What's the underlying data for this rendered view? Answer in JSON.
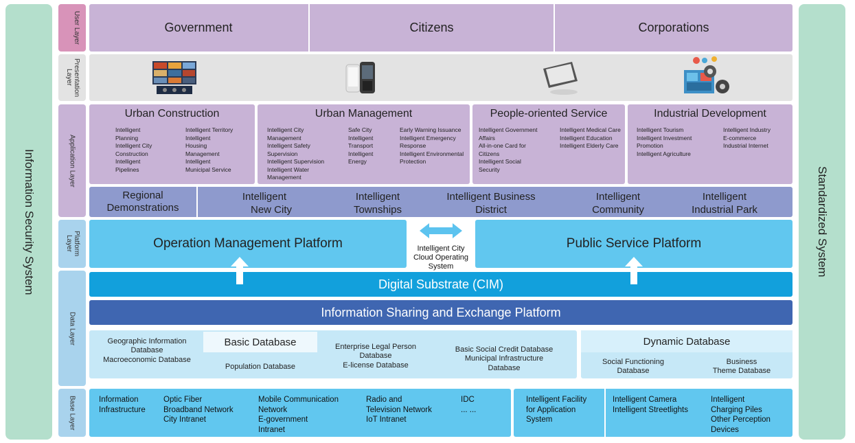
{
  "side": {
    "left": "Information Security System",
    "right": "Standardized System"
  },
  "layers": {
    "user": "User Layer",
    "presentation": "Presentation Layer",
    "application": "Application Layer",
    "platform": "Platform Layer",
    "data": "Data Layer",
    "base": "Base Layer"
  },
  "user_layer": [
    "Government",
    "Citizens",
    "Corporations"
  ],
  "application": {
    "categories": [
      {
        "title": "Urban Construction",
        "cols": [
          [
            "Intelligent",
            "Planning",
            "Intelligent City",
            "Construction",
            "Intelligent",
            "Pipelines"
          ],
          [
            "Intelligent Territory",
            "Intelligent",
            "Housing",
            "Management",
            "Intelligent",
            "Municipal Service"
          ]
        ]
      },
      {
        "title": "Urban Management",
        "cols": [
          [
            "Intelligent City",
            "Management",
            "Intelligent Safety",
            "Supervision",
            "Intelligent Supervision",
            "Intelligent Water",
            "Management"
          ],
          [
            "Safe City",
            "Intelligent",
            "Transport",
            "Intelligent",
            "Energy"
          ],
          [
            "Early Warning Issuance",
            "Intelligent Emergency",
            "Response",
            "Intelligent Environmental",
            "Protection"
          ]
        ]
      },
      {
        "title": "People-oriented Service",
        "cols": [
          [
            "Intelligent Government",
            "Affairs",
            "All-in-one Card for",
            "Citizens",
            "Intelligent Social",
            "Security"
          ],
          [
            "Intelligent Medical Care",
            "Intelligent Education",
            "Intelligent Elderly Care"
          ]
        ]
      },
      {
        "title": "Industrial Development",
        "cols": [
          [
            "Intelligent Tourism",
            "Intelligent Investment",
            "Promotion",
            "Intelligent Agriculture"
          ],
          [
            "Intelligent Industry",
            "E-commerce",
            "Industrial Internet"
          ]
        ]
      }
    ],
    "demonstrations": [
      [
        "Regional",
        "Demonstrations"
      ],
      [
        "Intelligent",
        "New City"
      ],
      [
        "Intelligent",
        "Townships"
      ],
      [
        "Intelligent Business",
        "District"
      ],
      [
        "Intelligent",
        "Community"
      ],
      [
        "Intelligent",
        "Industrial Park"
      ]
    ]
  },
  "platform": {
    "left": "Operation Management Platform",
    "right": "Public Service Platform",
    "center": [
      "Intelligent City",
      "Cloud Operating",
      "System"
    ]
  },
  "data_layer": {
    "cim": "Digital Substrate (CIM)",
    "sharing": "Information Sharing and Exchange Platform",
    "basic_title": "Basic Database",
    "geo": [
      "Geographic Information",
      "Database"
    ],
    "macro": "Macroeconomic Database",
    "population": "Population Database",
    "enterprise": [
      "Enterprise Legal Person",
      "Database"
    ],
    "elicense": "E-license Database",
    "credit": "Basic Social Credit Database",
    "municipal": [
      "Municipal Infrastructure",
      "Database"
    ],
    "dynamic_title": "Dynamic Database",
    "social": [
      "Social Functioning",
      "Database"
    ],
    "business": [
      "Business",
      "Theme Database"
    ]
  },
  "base_layer": {
    "cells": [
      [
        "Information",
        "Infrastructure"
      ],
      [
        "Optic Fiber",
        "Broadband Network",
        "City Intranet"
      ],
      [
        "Mobile Communication",
        "Network",
        "E-government",
        "Intranet"
      ],
      [
        "Radio and",
        "Television Network",
        "IoT Intranet"
      ],
      [
        "IDC",
        "... ..."
      ],
      [
        "Intelligent Facility",
        "for Application",
        "System"
      ],
      [
        "Intelligent Camera",
        "Intelligent Streetlights"
      ],
      [
        "Intelligent",
        "Charging Piles",
        "Other Perception",
        "Devices"
      ]
    ]
  },
  "icons": [
    "video-wall-icon",
    "mobile-phone-icon",
    "tablet-icon",
    "industry-gear-icon"
  ]
}
